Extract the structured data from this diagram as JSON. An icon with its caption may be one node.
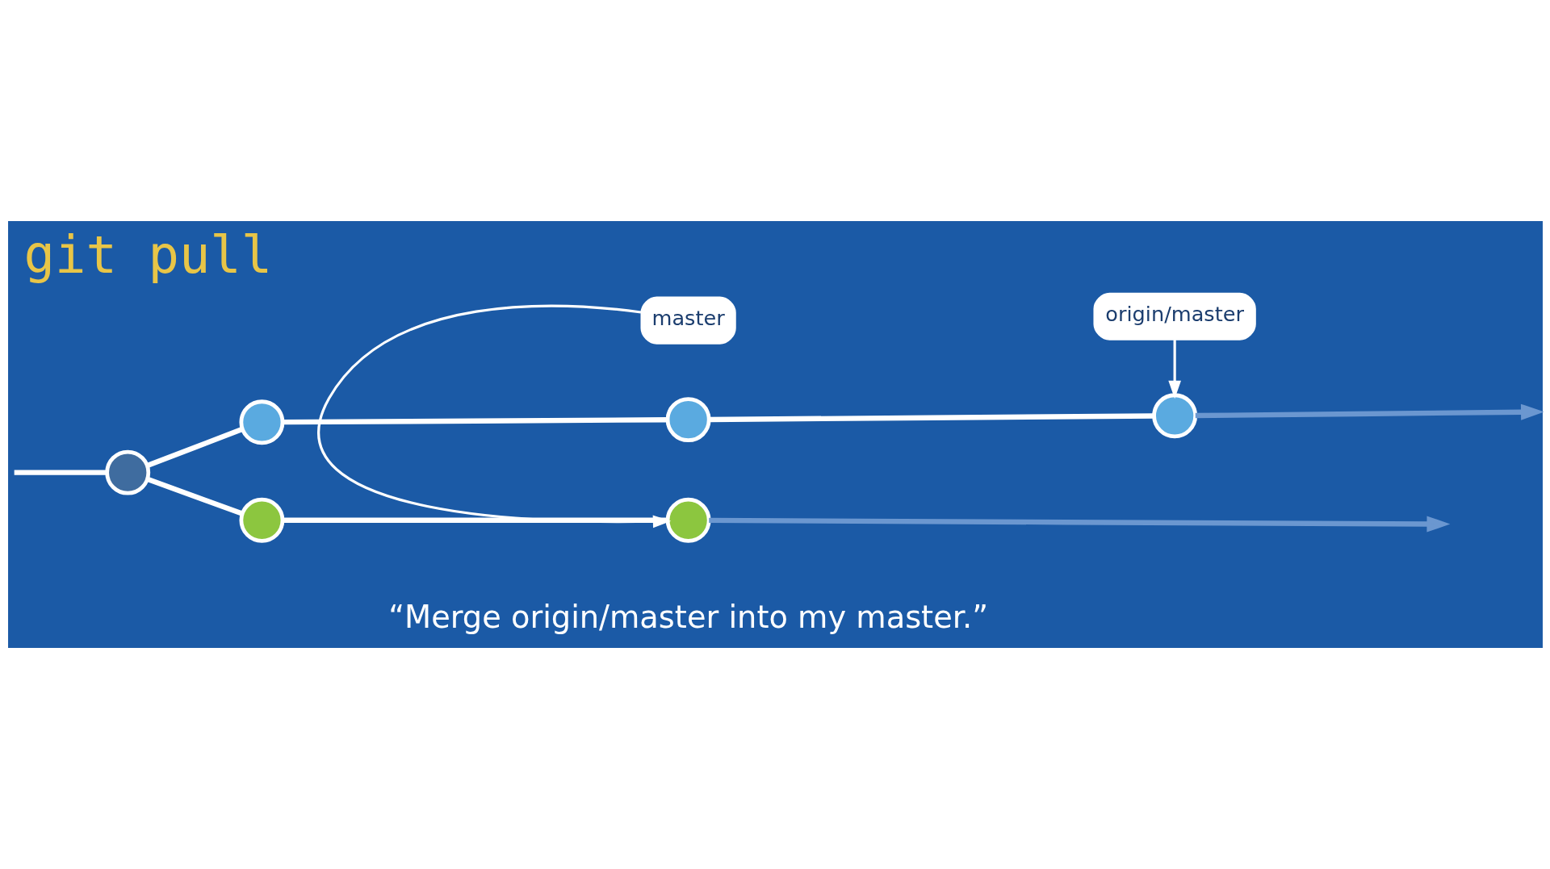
{
  "diagram": {
    "title": "git pull",
    "caption": "“Merge origin/master into my master.”",
    "nodes": [
      {
        "text": [],
        "shape": "circle"
      },
      {
        "text": [],
        "shape": "circle"
      },
      {
        "text": [],
        "shape": "circle"
      },
      {
        "text": [],
        "shape": "circle"
      },
      {
        "text": [],
        "shape": "circle"
      },
      {
        "text": [],
        "shape": "circle"
      },
      {
        "text": [
          "origin/master"
        ]
      },
      {
        "text": [
          "master"
        ]
      }
    ],
    "edges": [
      {
        "from": null,
        "to": 0,
        "arrow": "none"
      },
      {
        "from": 0,
        "to": 1,
        "arrow": "none"
      },
      {
        "from": 1,
        "to": 2,
        "arrow": "none"
      },
      {
        "from": 2,
        "to": 3,
        "arrow": "none"
      },
      {
        "from": 0,
        "to": 4,
        "arrow": "none"
      },
      {
        "from": 4,
        "to": 5,
        "arrow": "none"
      },
      {
        "from": 3,
        "to": null,
        "arrow": "to",
        "color": "#6b97d0"
      },
      {
        "from": 5,
        "to": null,
        "arrow": "to",
        "color": "#6b97d0"
      },
      {
        "from": 6,
        "to": 3,
        "arrow": "to"
      },
      {
        "from": 7,
        "to": 5,
        "arrow": "to"
      }
    ]
  }
}
